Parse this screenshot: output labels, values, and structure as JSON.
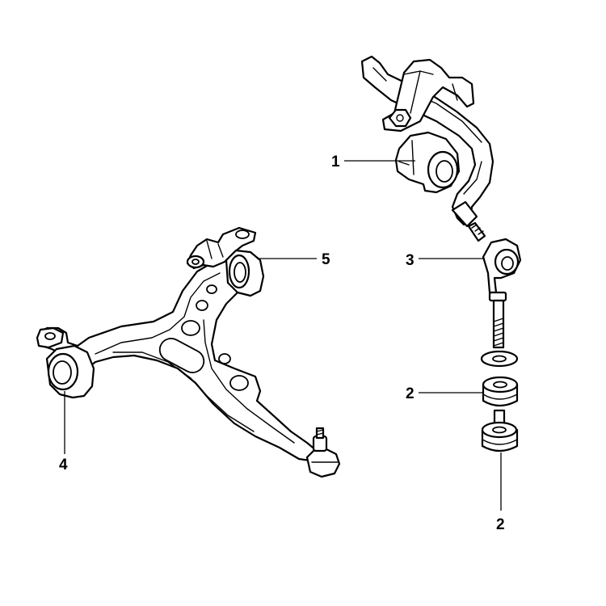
{
  "colors": {
    "line": "#000000",
    "background": "#ffffff"
  },
  "callouts": [
    {
      "id": "stabilizer-bushing",
      "label": "1"
    },
    {
      "id": "link-rubber-bushing-upper",
      "label": "2"
    },
    {
      "id": "stabilizer-link",
      "label": "3"
    },
    {
      "id": "control-arm-front-bushing",
      "label": "4"
    },
    {
      "id": "control-arm-rear-bushing",
      "label": "5"
    },
    {
      "id": "link-rubber-bushing-lower",
      "label": "2"
    }
  ]
}
